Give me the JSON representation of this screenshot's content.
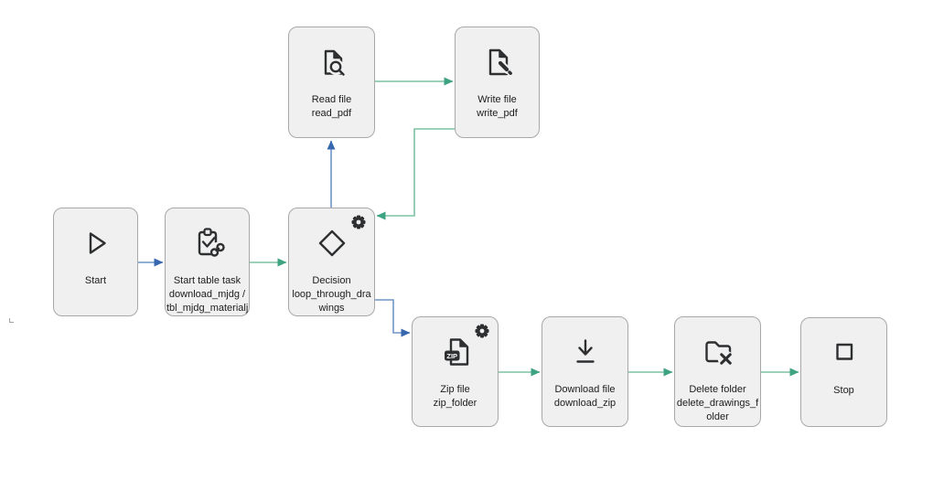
{
  "palette": {
    "node_fill": "#f0f0f0",
    "node_border": "#a8a8a8",
    "icon_color": "#2e2f31",
    "text_color": "#1c1c1c",
    "edge_blue_line": "#6f96c8",
    "edge_blue_arrow": "#3767ae",
    "edge_green_line": "#7cc3a4",
    "edge_green_arrow": "#3ea382"
  },
  "nodes": [
    {
      "id": "start",
      "icon": "play-icon",
      "gear": false,
      "lines": [
        "Start"
      ]
    },
    {
      "id": "start-table-task",
      "icon": "clipboard-check-link-icon",
      "gear": false,
      "lines": [
        "Start table task",
        "download_mjdg /",
        "tbl_mjdg_materialj"
      ]
    },
    {
      "id": "decision",
      "icon": "diamond-icon",
      "gear": true,
      "lines": [
        "Decision",
        "loop_through_dra",
        "wings"
      ]
    },
    {
      "id": "read-file",
      "icon": "file-search-icon",
      "gear": false,
      "lines": [
        "Read file",
        "read_pdf"
      ]
    },
    {
      "id": "write-file",
      "icon": "file-pencil-icon",
      "gear": false,
      "lines": [
        "Write file",
        "write_pdf"
      ]
    },
    {
      "id": "zip-file",
      "icon": "zip-file-icon",
      "gear": true,
      "badge": "ZIP",
      "lines": [
        "Zip file",
        "zip_folder"
      ]
    },
    {
      "id": "download-file",
      "icon": "download-icon",
      "gear": false,
      "lines": [
        "Download file",
        "download_zip"
      ]
    },
    {
      "id": "delete-folder",
      "icon": "folder-x-icon",
      "gear": false,
      "lines": [
        "Delete folder",
        "delete_drawings_f",
        "older"
      ]
    },
    {
      "id": "stop",
      "icon": "stop-square-icon",
      "gear": false,
      "lines": [
        "Stop"
      ]
    }
  ],
  "edges": [
    {
      "from": "start",
      "to": "start-table-task",
      "color": "blue"
    },
    {
      "from": "start-table-task",
      "to": "decision",
      "color": "green"
    },
    {
      "from": "decision",
      "to": "read-file",
      "color": "blue"
    },
    {
      "from": "read-file",
      "to": "write-file",
      "color": "green"
    },
    {
      "from": "write-file",
      "to": "decision",
      "color": "green"
    },
    {
      "from": "decision",
      "to": "zip-file",
      "color": "blue"
    },
    {
      "from": "zip-file",
      "to": "download-file",
      "color": "green"
    },
    {
      "from": "download-file",
      "to": "delete-folder",
      "color": "green"
    },
    {
      "from": "delete-folder",
      "to": "stop",
      "color": "green"
    }
  ]
}
